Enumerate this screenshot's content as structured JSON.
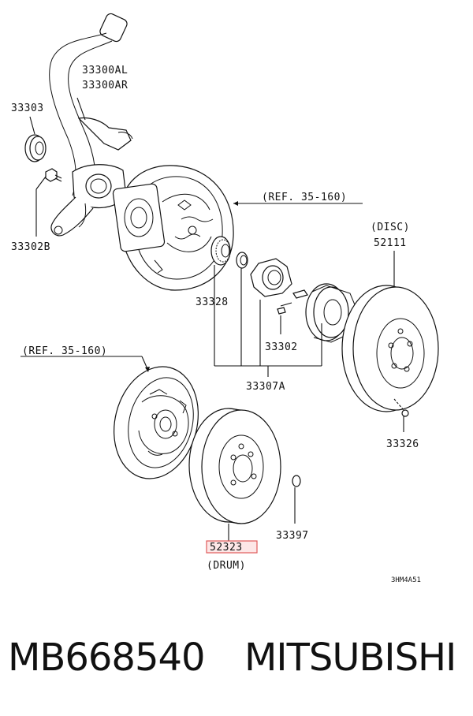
{
  "callouts": {
    "knuckle": [
      "33300AL",
      "33300AR"
    ],
    "dust_cover": "33303",
    "bolt": "33302B",
    "backing_plate_ref_top": "(REF. 35-160)",
    "backing_plate_ref_left": "(REF. 35-160)",
    "disc_note": "(DISC)",
    "disc": "52111",
    "bearing": "33328",
    "hub_bolt": "33302",
    "hub_assembly": "33307A",
    "disc_screw": "33326",
    "drum_screw": "33397",
    "drum": "52323",
    "drum_note": "(DRUM)",
    "diagram_code": "3HM4A51"
  },
  "highlight_color": "#e05a5a",
  "footer": {
    "part_number": "MB668540",
    "brand": "MITSUBISHI"
  }
}
